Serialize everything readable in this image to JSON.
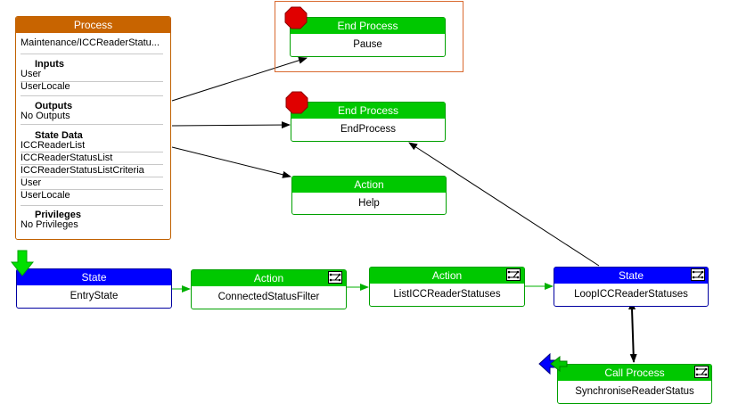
{
  "process": {
    "header": "Process",
    "name": "Maintenance/ICCReaderStatu...",
    "inputs_heading": "Inputs",
    "inputs": [
      "User",
      "UserLocale"
    ],
    "outputs_heading": "Outputs",
    "outputs": [
      "No Outputs"
    ],
    "state_data_heading": "State Data",
    "state_data": [
      "ICCReaderList",
      "ICCReaderStatusList",
      "ICCReaderStatusListCriteria",
      "User",
      "UserLocale"
    ],
    "privileges_heading": "Privileges",
    "privileges": [
      "No Privileges"
    ]
  },
  "nodes": {
    "pause": {
      "type": "End Process",
      "name": "Pause"
    },
    "end_process": {
      "type": "End Process",
      "name": "EndProcess"
    },
    "help": {
      "type": "Action",
      "name": "Help"
    },
    "entry_state": {
      "type": "State",
      "name": "EntryState"
    },
    "connected_filter": {
      "type": "Action",
      "name": "ConnectedStatusFilter"
    },
    "list_statuses": {
      "type": "Action",
      "name": "ListICCReaderStatuses"
    },
    "loop_statuses": {
      "type": "State",
      "name": "LoopICCReaderStatuses"
    },
    "sync_status": {
      "type": "Call Process",
      "name": "SynchroniseReaderStatus"
    }
  },
  "colors": {
    "process_header": "#c86400",
    "action_green": "#00c800",
    "state_blue": "#0000ff",
    "stop_red": "#e00000",
    "selection_border": "#d96a30",
    "green_arrow": "#00d000"
  }
}
